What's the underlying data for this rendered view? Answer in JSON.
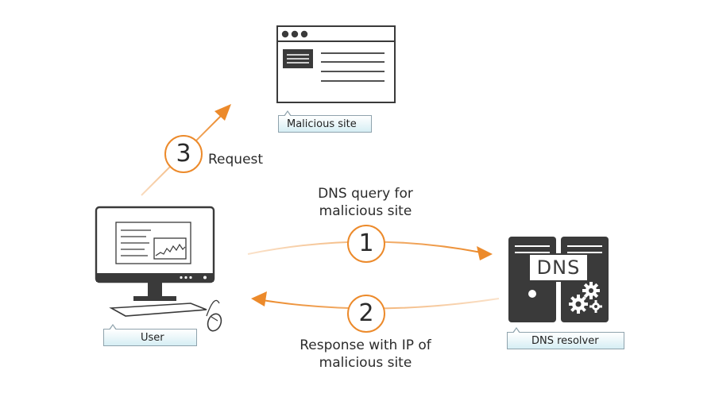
{
  "nodes": {
    "website": {
      "tag": "Malicious site"
    },
    "user": {
      "tag": "User"
    },
    "resolver": {
      "tag": "DNS resolver",
      "screen_text": "DNS"
    }
  },
  "steps": [
    {
      "number": "1",
      "label_lines": [
        "DNS query for",
        "malicious site"
      ]
    },
    {
      "number": "2",
      "label_lines": [
        "Response with IP of",
        "malicious site"
      ]
    },
    {
      "number": "3",
      "label_lines": [
        "Request"
      ]
    }
  ],
  "colors": {
    "arrow": "#ec8a2b",
    "dark": "#3a3a3a",
    "tag_fill": "#d6eef4"
  }
}
